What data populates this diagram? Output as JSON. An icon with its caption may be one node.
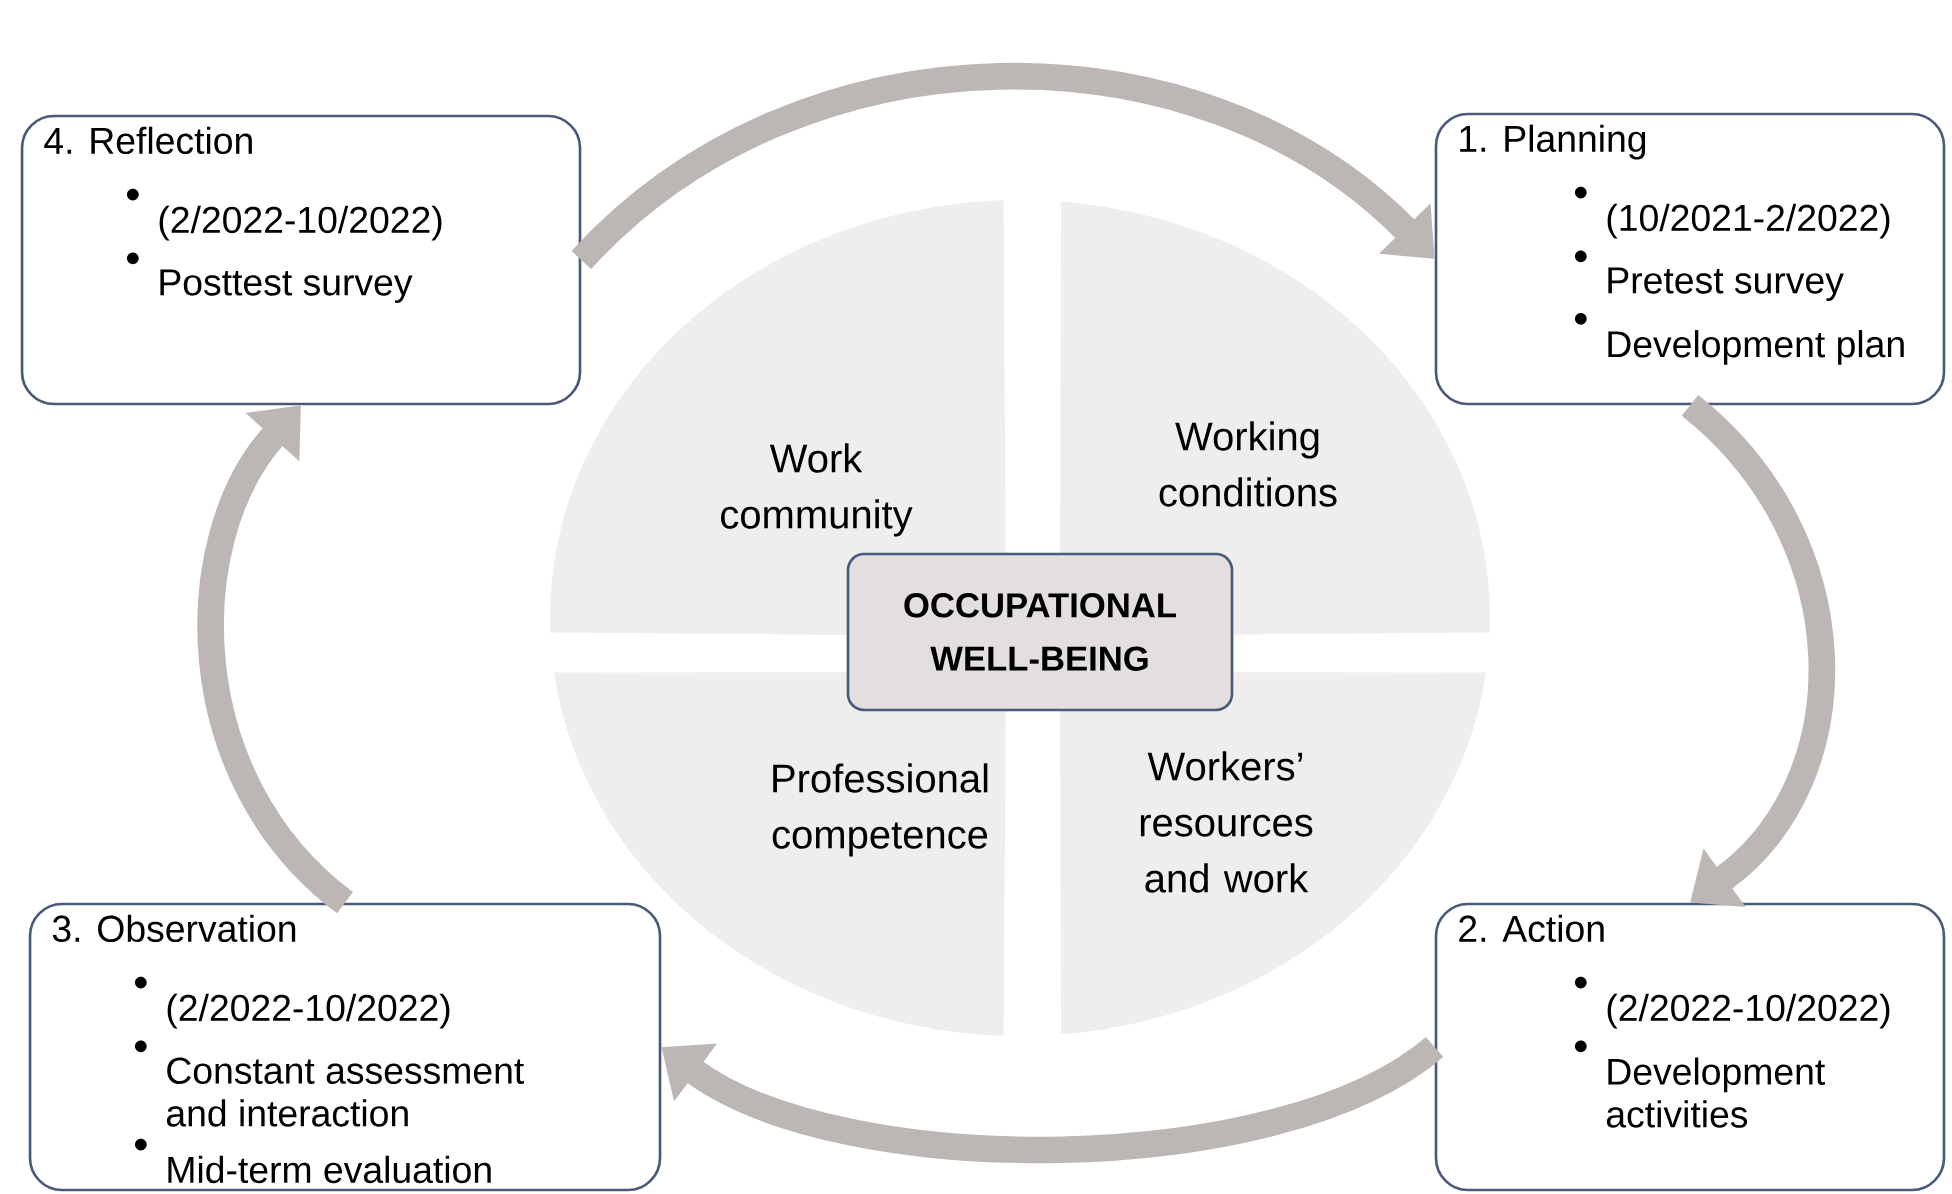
{
  "diagram": {
    "nodes": [
      {
        "text": [
          "1. Planning",
          "(10/2021-2/2022)",
          "Pretest survey",
          "Development plan"
        ]
      },
      {
        "text": [
          "2. Action",
          "(2/2022-10/2022)",
          "Development activities"
        ]
      },
      {
        "text": [
          "3. Observation",
          "(2/2022-10/2022)",
          "Constant assessment and interaction",
          "Mid-term evaluation"
        ]
      },
      {
        "text": [
          "4. Reflection",
          "(2/2022-10/2022)",
          "Posttest survey"
        ]
      },
      {
        "text": [
          "Work community"
        ]
      },
      {
        "text": [
          "Working conditions"
        ]
      },
      {
        "text": [
          "Professional competence"
        ]
      },
      {
        "text": [
          "Workers’ resources and work"
        ]
      },
      {
        "text": [
          "OCCUPATIONAL WELL-BEING"
        ]
      }
    ],
    "edges": [
      {
        "from": 3,
        "to": 0,
        "arrow": "to"
      },
      {
        "from": 0,
        "to": 1,
        "arrow": "to"
      },
      {
        "from": 1,
        "to": 2,
        "arrow": "to"
      },
      {
        "from": 2,
        "to": 3,
        "arrow": "to"
      }
    ]
  }
}
